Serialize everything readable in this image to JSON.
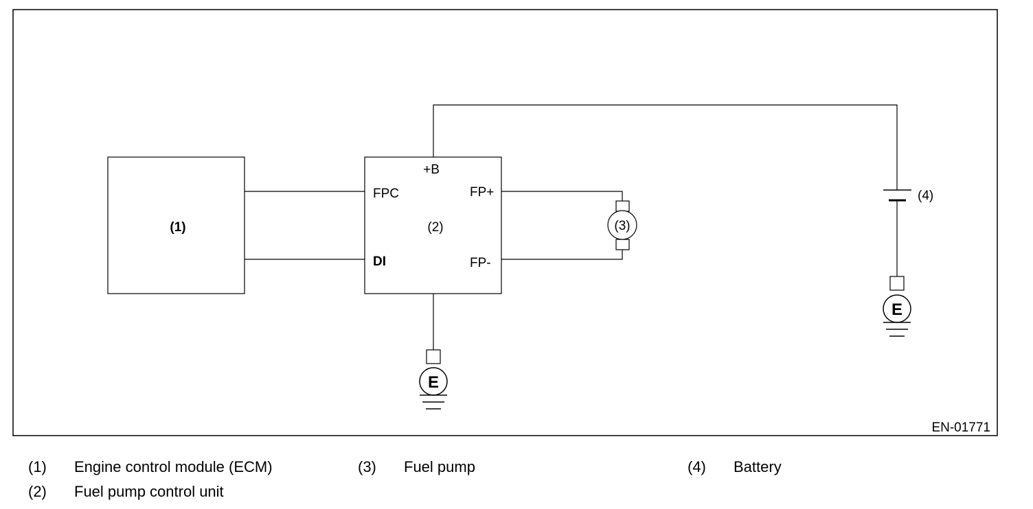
{
  "diagram": {
    "figure_code": "EN-01771",
    "blocks": {
      "ecm": {
        "label": "(1)"
      },
      "pump_control_unit": {
        "label": "(2)",
        "pins": {
          "plus_b": "+B",
          "fpc": "FPC",
          "di": "DI",
          "fp_plus": "FP+",
          "fp_minus": "FP-"
        }
      },
      "fuel_pump": {
        "label": "(3)"
      },
      "battery": {
        "label": "(4)"
      }
    },
    "ground_symbol_text": "E"
  },
  "legend": [
    {
      "num": "(1)",
      "text": "Engine control module (ECM)"
    },
    {
      "num": "(2)",
      "text": "Fuel pump control unit"
    },
    {
      "num": "(3)",
      "text": "Fuel pump"
    },
    {
      "num": "(4)",
      "text": "Battery"
    }
  ]
}
